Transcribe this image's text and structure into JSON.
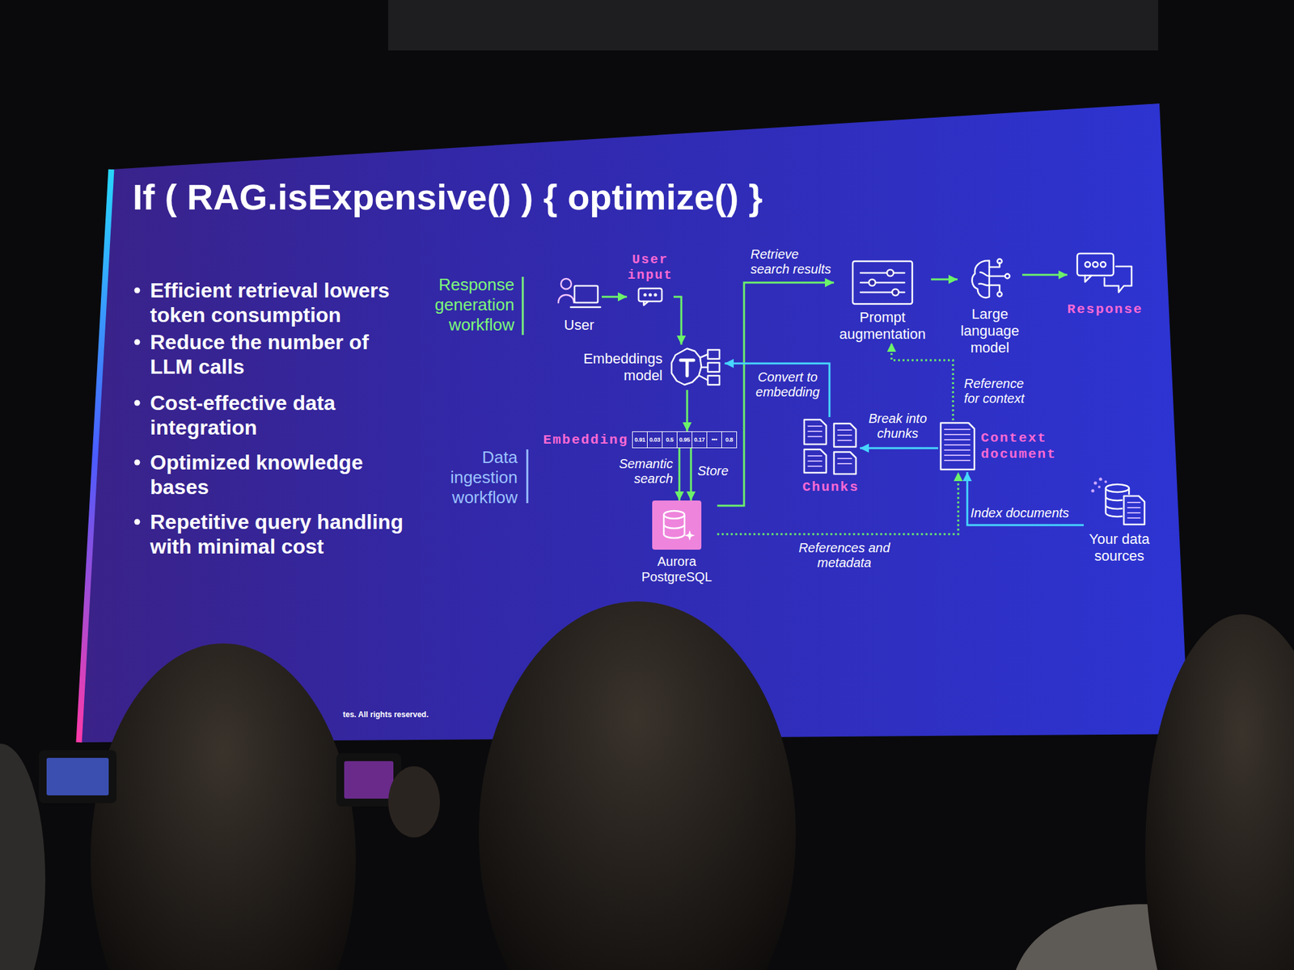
{
  "diagram": {
    "title": "If ( RAG.isExpensive() ) { optimize() }",
    "nodes": [
      {
        "text": [
          "User"
        ]
      },
      {
        "text": [
          "User input"
        ]
      },
      {
        "text": [
          "Prompt augmentation"
        ]
      },
      {
        "text": [
          "Large language model"
        ]
      },
      {
        "text": [
          "Response"
        ]
      },
      {
        "text": [
          "Embeddings model"
        ]
      },
      {
        "text": [
          "Chunks"
        ]
      },
      {
        "text": [
          "Context document"
        ]
      },
      {
        "text": [
          "Embedding"
        ]
      },
      {
        "text": [
          "Aurora PostgreSQL"
        ]
      },
      {
        "text": [
          "Your data sources"
        ]
      }
    ],
    "edges": [
      {
        "from": 0,
        "to": 1,
        "arrow": "to"
      },
      {
        "from": 1,
        "to": 5,
        "arrow": "to"
      },
      {
        "from": 5,
        "to": 8,
        "arrow": "to"
      },
      {
        "from": 8,
        "to": 9,
        "label": "Semantic search",
        "arrow": "to"
      },
      {
        "from": 8,
        "to": 9,
        "label": "Store",
        "arrow": "to"
      },
      {
        "from": 9,
        "to": 2,
        "label": "Retrieve search results",
        "arrow": "to"
      },
      {
        "from": 2,
        "to": 3,
        "arrow": "to"
      },
      {
        "from": 3,
        "to": 4,
        "arrow": "to"
      },
      {
        "from": 6,
        "to": 5,
        "label": "Convert to embedding",
        "arrow": "to"
      },
      {
        "from": 7,
        "to": 6,
        "label": "Break into chunks",
        "arrow": "to"
      },
      {
        "from": 7,
        "to": 2,
        "label": "Reference for context",
        "arrow": "to"
      },
      {
        "from": 10,
        "to": 7,
        "label": "Index documents",
        "arrow": "to"
      },
      {
        "from": 9,
        "to": 7,
        "label": "References and metadata",
        "arrow": "to"
      }
    ],
    "labels": [
      "Efficient retrieval lowers token consumption",
      "Reduce the number of LLM calls",
      "Cost-effective data integration",
      "Optimized knowledge bases",
      "Repetitive query handling with minimal cost",
      "Response generation workflow",
      "Data ingestion workflow",
      "0.91",
      "0.03",
      "0.5",
      "0.95",
      "0.17",
      "•••",
      "0.8",
      "tes. All rights reserved."
    ]
  }
}
